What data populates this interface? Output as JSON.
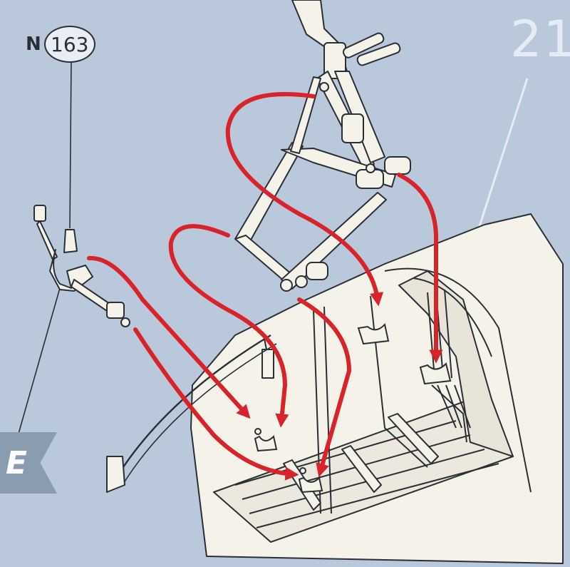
{
  "part_callout": {
    "prefix": "N",
    "number": "163"
  },
  "subassembly_tab": {
    "letter": "E"
  },
  "step_number": "21",
  "colors": {
    "background": "#b9c8da",
    "arrow": "#d8232a",
    "line": "#2a2f36",
    "part_fill": "#f5f2ea",
    "tab": "#8a9cb0"
  }
}
